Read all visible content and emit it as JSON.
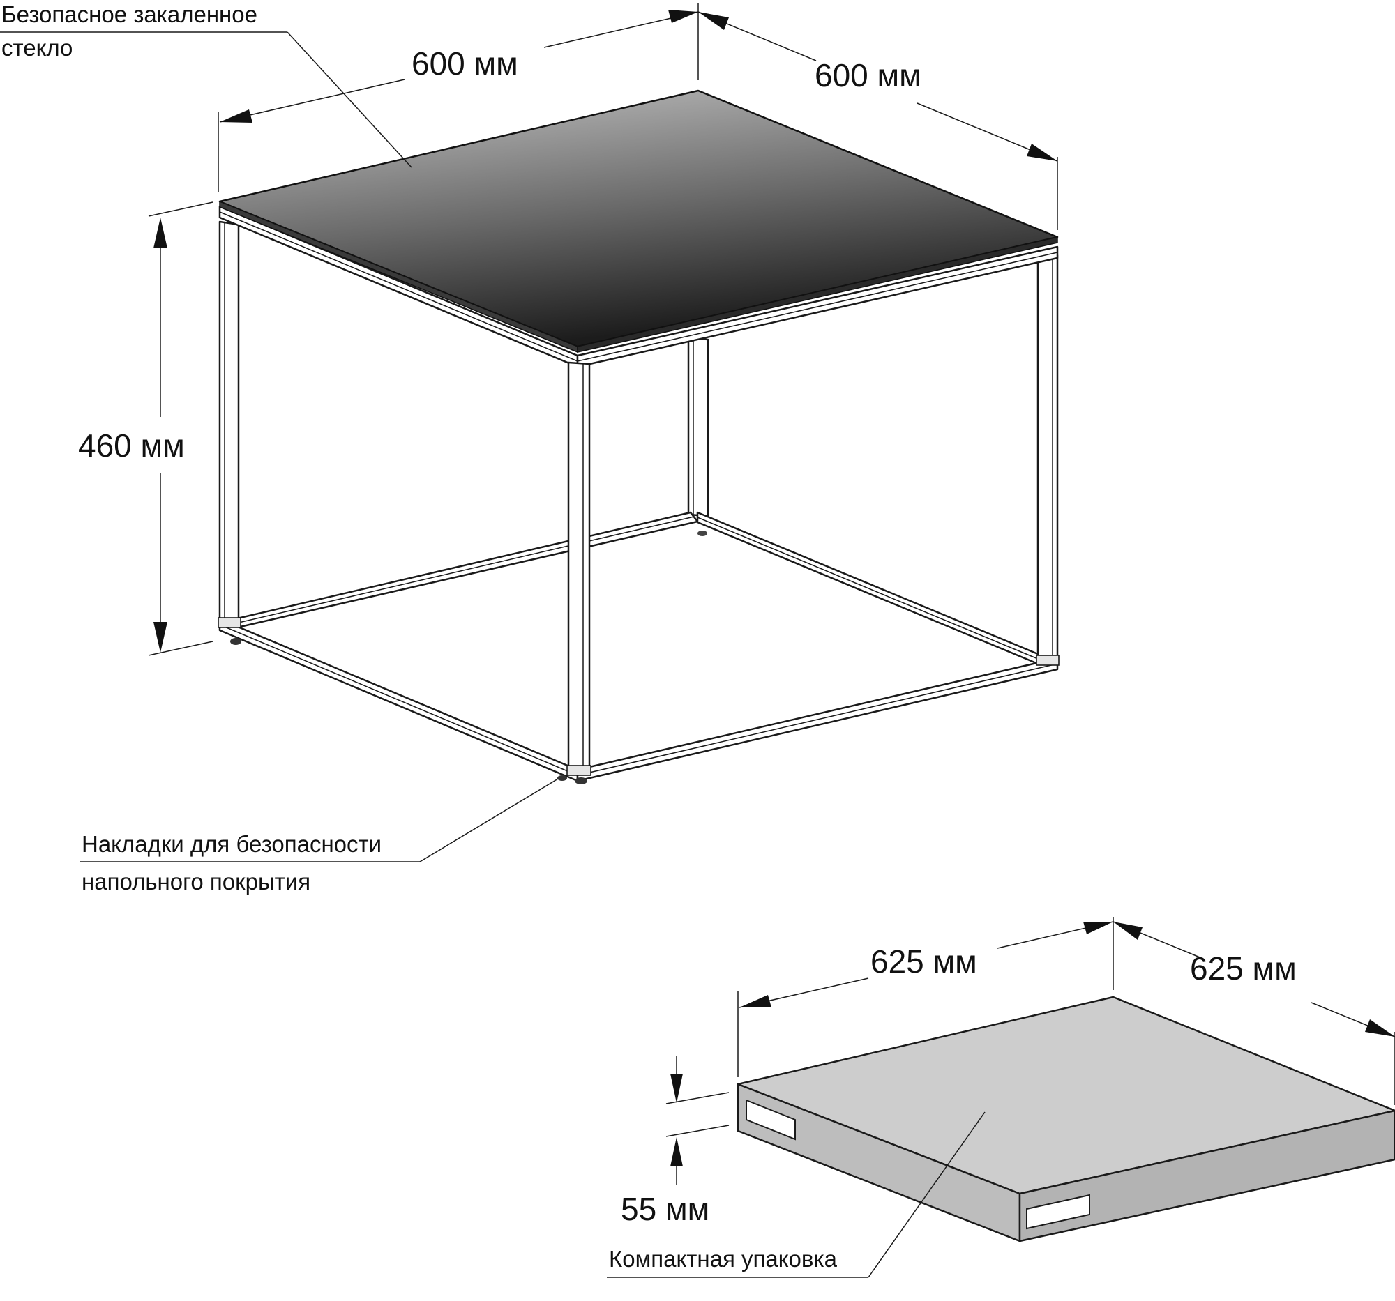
{
  "table": {
    "width_label": "600 мм",
    "depth_label": "600 мм",
    "height_label": "460 мм"
  },
  "callouts": {
    "glass": [
      "Безопасное закаленное",
      "стекло"
    ],
    "pads": [
      "Накладки для безопасности",
      "напольного покрытия"
    ],
    "package": "Компактная упаковка"
  },
  "package": {
    "width_label": "625 мм",
    "depth_label": "625 мм",
    "thickness_label": "55 мм"
  },
  "colors": {
    "glass_light": "#bdbdbd",
    "glass_dark": "#202020",
    "frame": "#ffffff",
    "package_top": "#cdcdcd",
    "ink": "#111111"
  }
}
